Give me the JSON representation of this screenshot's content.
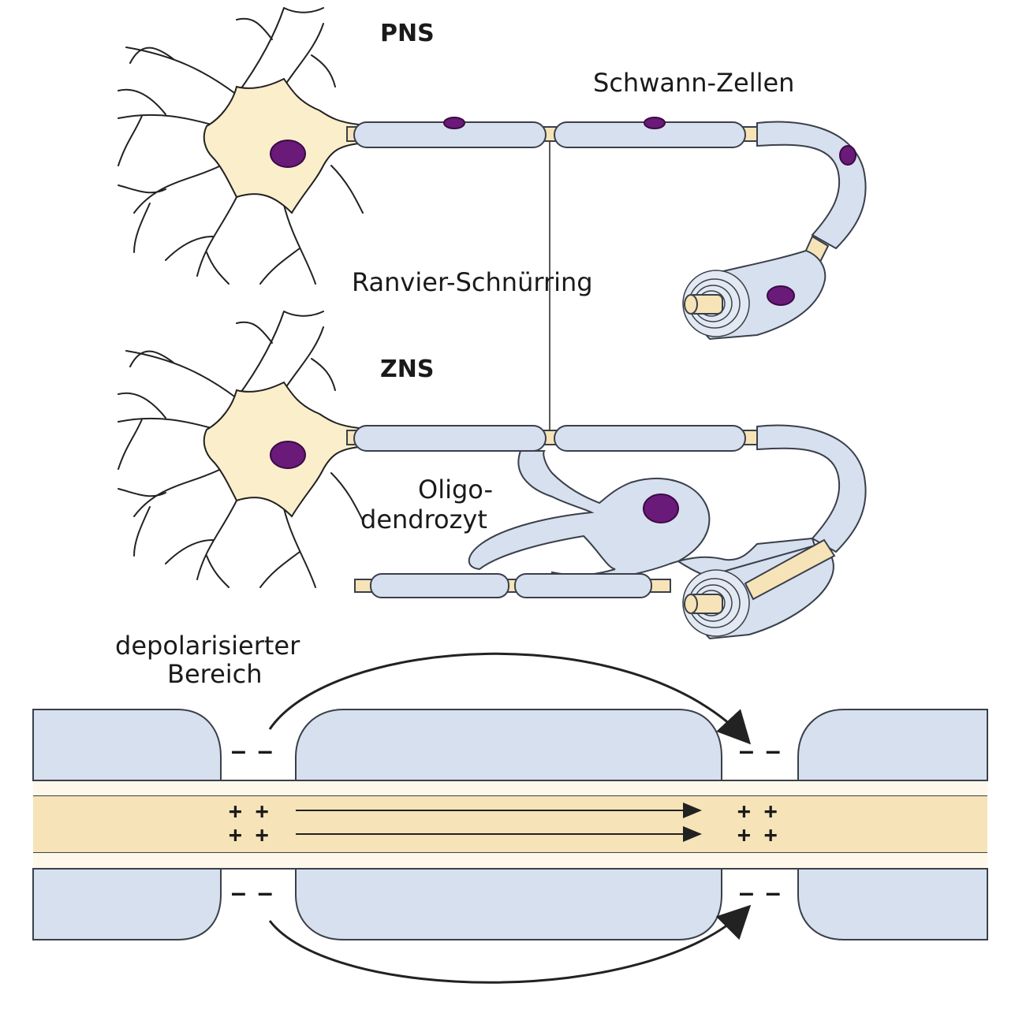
{
  "labels": {
    "pns": "PNS",
    "schwann": "Schwann-Zellen",
    "ranvier": "Ranvier-Schnürring",
    "zns": "ZNS",
    "oligo_line1": "Oligo-",
    "oligo_line2": "dendrozyt",
    "depol_line1": "depolarisierter",
    "depol_line2": "Bereich"
  },
  "signs": {
    "minus": "– –",
    "plus": "+ +"
  },
  "colors": {
    "soma": "#fbeecb",
    "myelin": "#d6e0ee",
    "axon": "#f6e4b8",
    "nucleus": "#6a1a78",
    "outline": "#222222"
  }
}
